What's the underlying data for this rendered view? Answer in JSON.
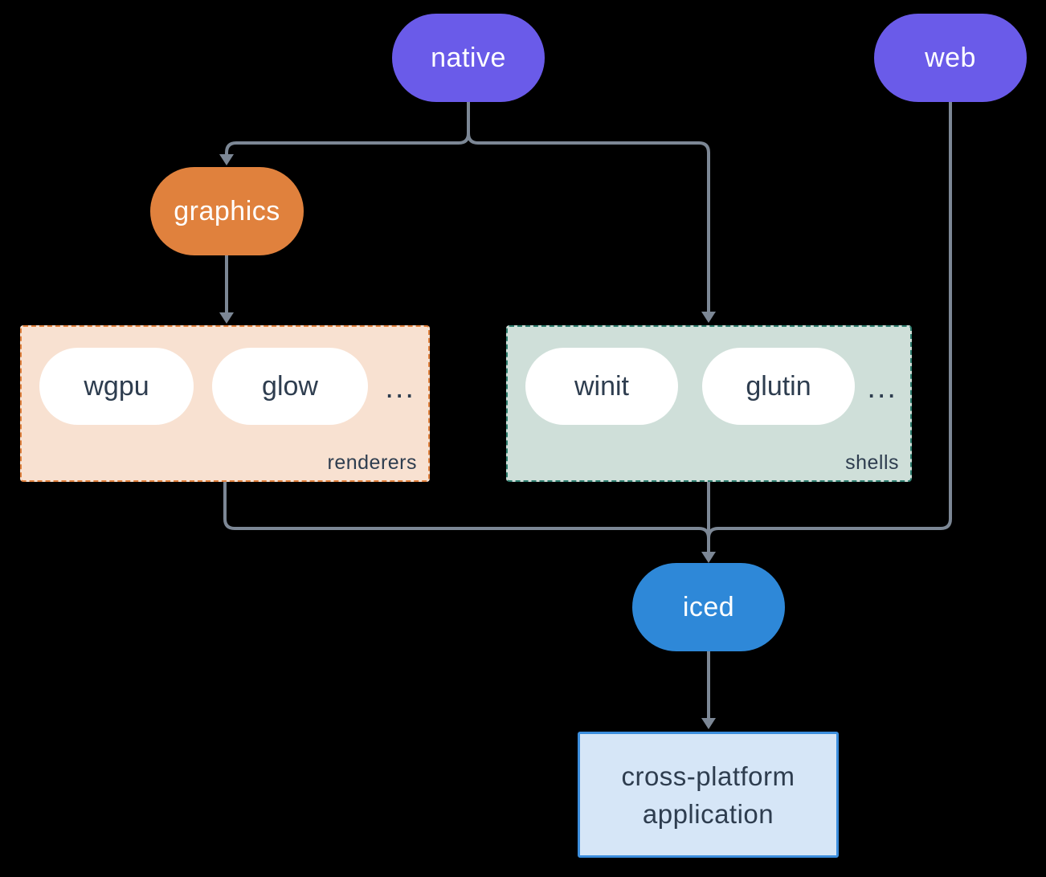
{
  "diagram": {
    "background": "#000000",
    "connector_color": "#7c8795",
    "item_pill_fill": "#ffffff",
    "item_text_color": "#2e3d4f",
    "nodes": {
      "native": {
        "label": "native",
        "fill": "#6a5be9",
        "text_color": "#ffffff"
      },
      "web": {
        "label": "web",
        "fill": "#6a5be9",
        "text_color": "#ffffff"
      },
      "graphics": {
        "label": "graphics",
        "fill": "#e0813d",
        "text_color": "#ffffff"
      },
      "iced": {
        "label": "iced",
        "fill": "#2e88d8",
        "text_color": "#ffffff"
      },
      "application": {
        "line1": "cross-platform",
        "line2": "application",
        "fill": "#d6e6f7",
        "border": "#3c8edd",
        "text_color": "#2e3d4f"
      }
    },
    "groups": {
      "renderers": {
        "label": "renderers",
        "items": [
          "wgpu",
          "glow"
        ],
        "ellipsis": "...",
        "fill": "#f8e1d1",
        "border": "#e0803c"
      },
      "shells": {
        "label": "shells",
        "items": [
          "winit",
          "glutin"
        ],
        "ellipsis": "...",
        "fill": "#cfdfd9",
        "border": "#2e7d6e"
      }
    }
  }
}
